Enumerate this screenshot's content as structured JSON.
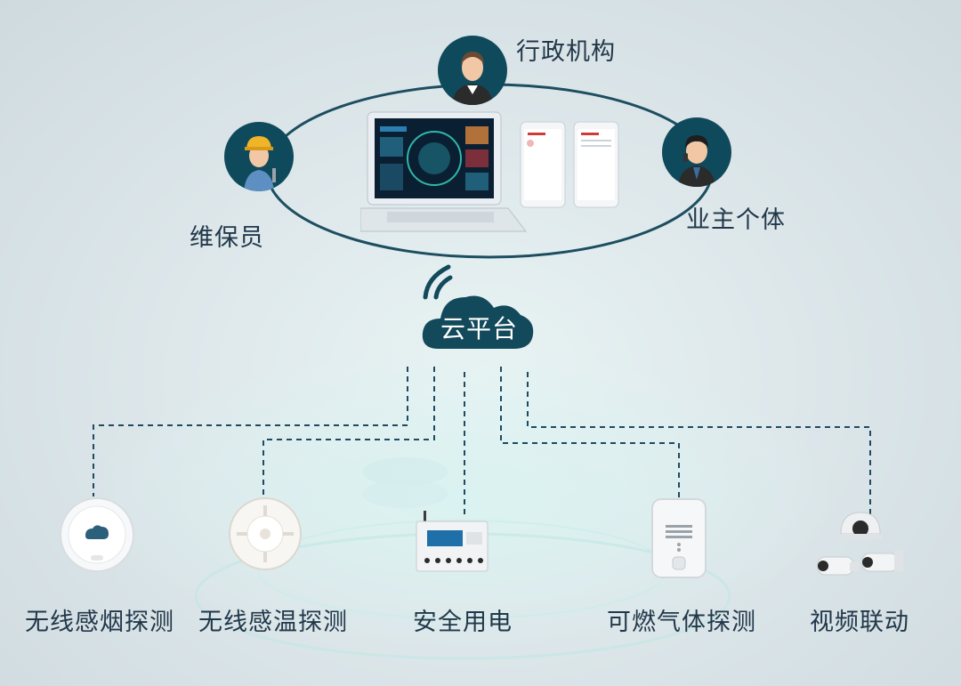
{
  "roles": {
    "admin": "行政机构",
    "maintainer": "维保员",
    "owner": "业主个体"
  },
  "cloud_label": "云平台",
  "devices": [
    {
      "label": "无线感烟探测"
    },
    {
      "label": "无线感温探测"
    },
    {
      "label": "安全用电"
    },
    {
      "label": "可燃气体探测"
    },
    {
      "label": "视频联动"
    }
  ],
  "colors": {
    "ring": "#1c4e60",
    "cloud": "#12495b",
    "dashed_line": "#1e4a63",
    "avatar_bg": "#0f4a5c"
  }
}
